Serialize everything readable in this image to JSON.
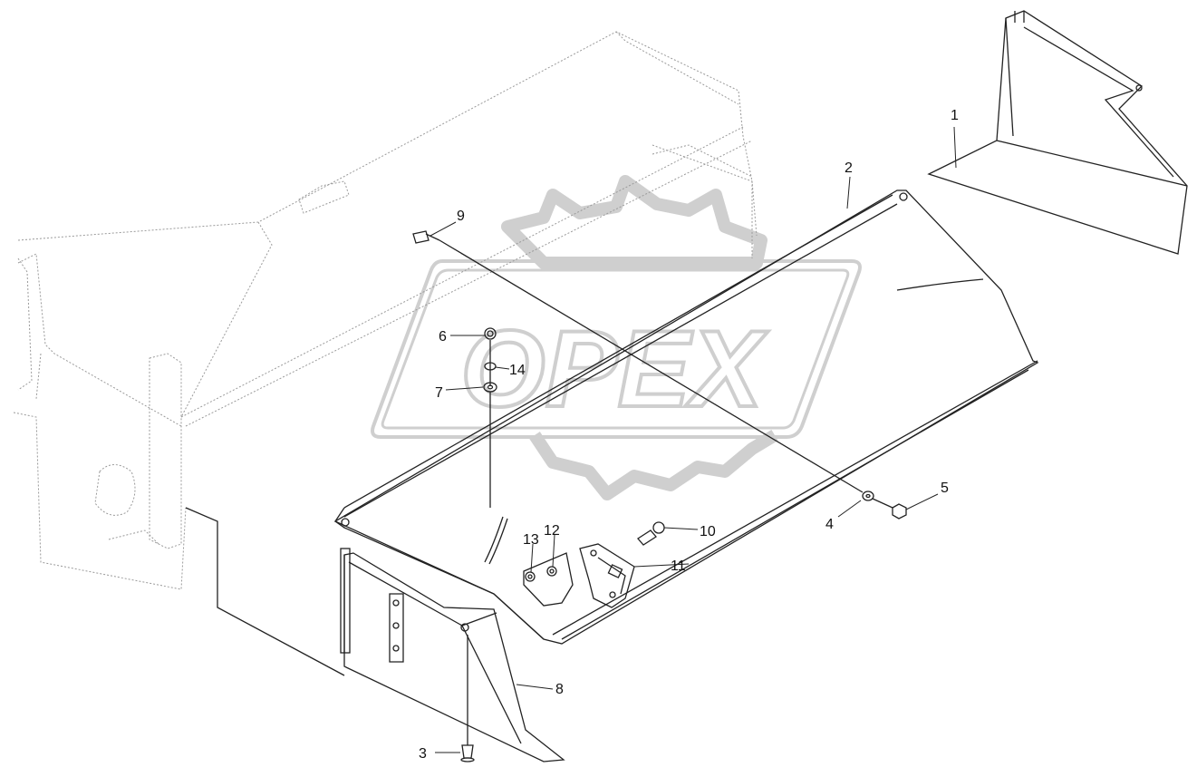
{
  "watermark": {
    "text": "OPEX",
    "color": "#d9d9d9"
  },
  "colors": {
    "line": "#222222",
    "faint": "#b0b0b0",
    "background": "#ffffff"
  },
  "callouts": [
    {
      "id": "1",
      "label": "1"
    },
    {
      "id": "2",
      "label": "2"
    },
    {
      "id": "3",
      "label": "3"
    },
    {
      "id": "4",
      "label": "4"
    },
    {
      "id": "5",
      "label": "5"
    },
    {
      "id": "6",
      "label": "6"
    },
    {
      "id": "7",
      "label": "7"
    },
    {
      "id": "8",
      "label": "8"
    },
    {
      "id": "9",
      "label": "9"
    },
    {
      "id": "10",
      "label": "10"
    },
    {
      "id": "11",
      "label": "11"
    },
    {
      "id": "12",
      "label": "12"
    },
    {
      "id": "13",
      "label": "13"
    },
    {
      "id": "14",
      "label": "14"
    }
  ]
}
